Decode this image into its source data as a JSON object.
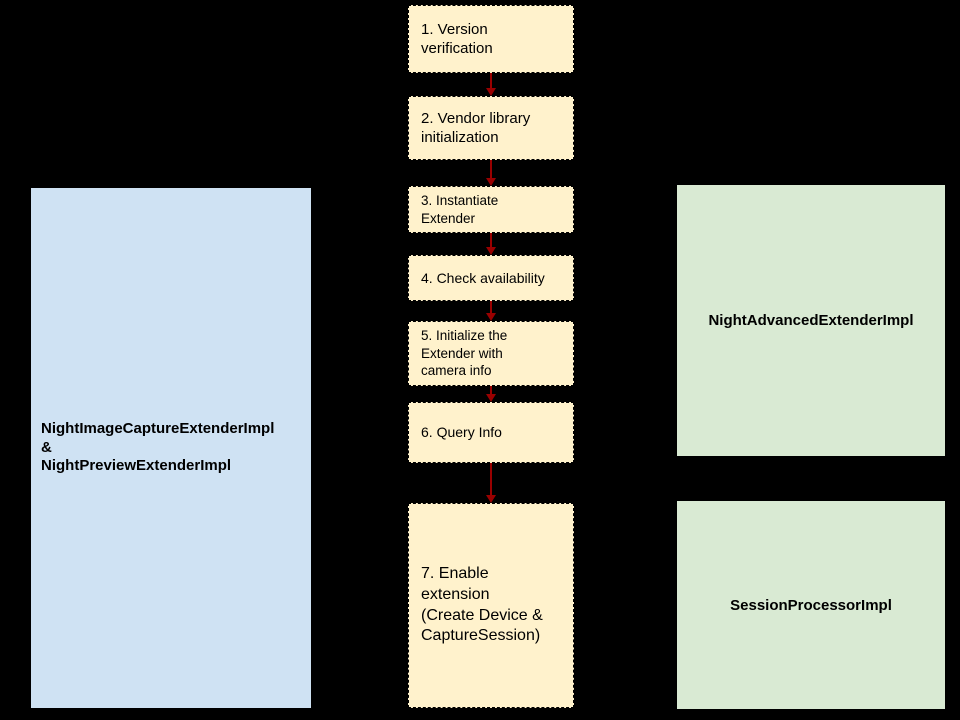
{
  "diagram": {
    "background_color": "#000000",
    "colors": {
      "step_fill": "#FFF2CC",
      "step_border": "#000000",
      "left_box_fill": "#CFE2F3",
      "right_box_fill": "#D9EAD3",
      "arrow": "#990000",
      "text": "#000000"
    },
    "flow": {
      "steps": [
        {
          "label": "1. Version\nverification"
        },
        {
          "label": "2. Vendor library\ninitialization"
        },
        {
          "label": "3. Instantiate\nExtender"
        },
        {
          "label": "4. Check availability"
        },
        {
          "label": "5. Initialize the\nExtender with\ncamera info"
        },
        {
          "label": "6. Query Info"
        },
        {
          "label": "7. Enable\nextension\n(Create Device &\nCaptureSession)"
        }
      ]
    },
    "side_boxes": {
      "left": {
        "label": "NightImageCaptureExtenderImpl\n&\nNightPreviewExtenderImpl"
      },
      "right_top": {
        "label": "NightAdvancedExtenderImpl"
      },
      "right_bottom": {
        "label": "SessionProcessorImpl"
      }
    }
  }
}
